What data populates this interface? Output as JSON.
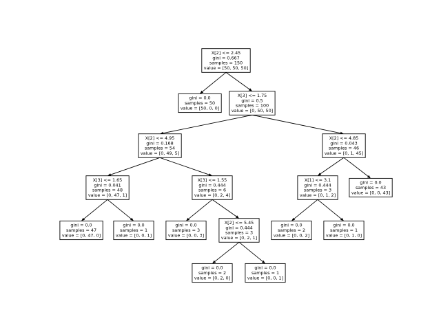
{
  "nodes": [
    {
      "id": "n0",
      "lines": [
        "X[2] <= 2.45",
        "gini = 0.667",
        "samples = 150",
        "value = [50, 50, 50]"
      ]
    },
    {
      "id": "n1",
      "lines": [
        "gini = 0.0",
        "samples = 50",
        "value = [50, 0, 0]"
      ]
    },
    {
      "id": "n2",
      "lines": [
        "X[3] <= 1.75",
        "gini = 0.5",
        "samples = 100",
        "value = [0, 50, 50]"
      ]
    },
    {
      "id": "n3",
      "lines": [
        "X[2] <= 4.95",
        "gini = 0.168",
        "samples = 54",
        "value = [0, 49, 5]"
      ]
    },
    {
      "id": "n4",
      "lines": [
        "X[2] <= 4.85",
        "gini = 0.043",
        "samples = 46",
        "value = [0, 1, 45]"
      ]
    },
    {
      "id": "n5",
      "lines": [
        "X[3] <= 1.65",
        "gini = 0.041",
        "samples = 48",
        "value = [0, 47, 1]"
      ]
    },
    {
      "id": "n6",
      "lines": [
        "X[3] <= 1.55",
        "gini = 0.444",
        "samples = 6",
        "value = [0, 2, 4]"
      ]
    },
    {
      "id": "n7",
      "lines": [
        "X[1] <= 3.1",
        "gini = 0.444",
        "samples = 3",
        "value = [0, 1, 2]"
      ]
    },
    {
      "id": "n8",
      "lines": [
        "gini = 0.0",
        "samples = 43",
        "value = [0, 0, 43]"
      ]
    },
    {
      "id": "n9",
      "lines": [
        "gini = 0.0",
        "samples = 47",
        "value = [0, 47, 0]"
      ]
    },
    {
      "id": "n10",
      "lines": [
        "gini = 0.0",
        "samples = 1",
        "value = [0, 0, 1]"
      ]
    },
    {
      "id": "n11",
      "lines": [
        "gini = 0.0",
        "samples = 3",
        "value = [0, 0, 3]"
      ]
    },
    {
      "id": "n12",
      "lines": [
        "X[2] <= 5.45",
        "gini = 0.444",
        "samples = 3",
        "value = [0, 2, 1]"
      ]
    },
    {
      "id": "n13",
      "lines": [
        "gini = 0.0",
        "samples = 2",
        "value = [0, 0, 2]"
      ]
    },
    {
      "id": "n14",
      "lines": [
        "gini = 0.0",
        "samples = 1",
        "value = [0, 1, 0]"
      ]
    },
    {
      "id": "n15",
      "lines": [
        "gini = 0.0",
        "samples = 2",
        "value = [0, 2, 0]"
      ]
    },
    {
      "id": "n16",
      "lines": [
        "gini = 0.0",
        "samples = 1",
        "value = [0, 0, 1]"
      ]
    }
  ],
  "edges": [
    [
      "n0",
      "n1"
    ],
    [
      "n0",
      "n2"
    ],
    [
      "n2",
      "n3"
    ],
    [
      "n2",
      "n4"
    ],
    [
      "n3",
      "n5"
    ],
    [
      "n3",
      "n6"
    ],
    [
      "n4",
      "n7"
    ],
    [
      "n4",
      "n8"
    ],
    [
      "n5",
      "n9"
    ],
    [
      "n5",
      "n10"
    ],
    [
      "n6",
      "n11"
    ],
    [
      "n6",
      "n12"
    ],
    [
      "n7",
      "n13"
    ],
    [
      "n7",
      "n14"
    ],
    [
      "n12",
      "n15"
    ],
    [
      "n12",
      "n16"
    ]
  ]
}
